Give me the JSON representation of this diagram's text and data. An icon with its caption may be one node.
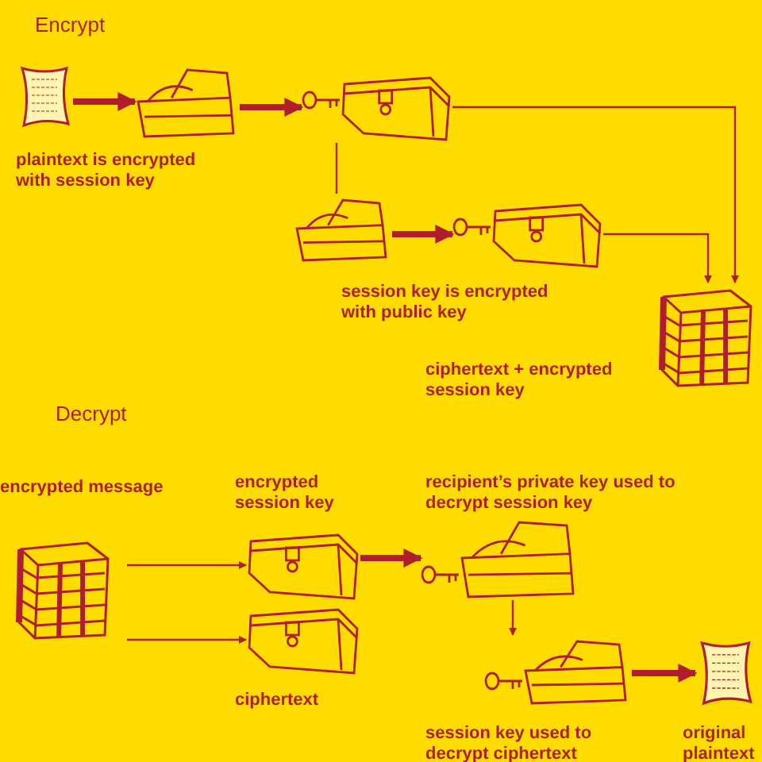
{
  "diagram": {
    "nodes": [
      {
        "text": [],
        "shape": "picture"
      },
      {
        "text": [],
        "shape": "picture",
        "beside": [
          "plaintext is encrypted with session key"
        ]
      },
      {
        "text": [],
        "shape": "picture"
      },
      {
        "text": [],
        "shape": "picture"
      },
      {
        "text": [],
        "shape": "picture",
        "beside": [
          "session key is encrypted with public key"
        ]
      },
      {
        "text": [],
        "shape": "picture",
        "beside": [
          "ciphertext + encrypted session key"
        ]
      },
      {
        "text": [],
        "shape": "picture",
        "beside": [
          "encrypted message"
        ]
      },
      {
        "text": [],
        "shape": "picture",
        "beside": [
          "encrypted session key"
        ]
      },
      {
        "text": [],
        "shape": "picture",
        "beside": [
          "ciphertext"
        ]
      },
      {
        "text": [],
        "shape": "picture",
        "beside": [
          "recipient’s private key used to decrypt session key"
        ]
      },
      {
        "text": [],
        "shape": "picture",
        "beside": [
          "session key used to decrypt ciphertext"
        ]
      },
      {
        "text": [],
        "shape": "picture",
        "beside": [
          "original plaintext"
        ]
      }
    ],
    "edges": [
      {
        "from": 0,
        "to": 1,
        "arrow": "to",
        "style": "thick"
      },
      {
        "from": 1,
        "to": 2,
        "arrow": "to",
        "style": "thick"
      },
      {
        "from": 2,
        "to": 3,
        "arrow": "none"
      },
      {
        "from": 3,
        "to": 4,
        "arrow": "to",
        "style": "thick"
      },
      {
        "from": 2,
        "to": 5,
        "arrow": "to"
      },
      {
        "from": 4,
        "to": 5,
        "arrow": "to"
      },
      {
        "from": 6,
        "to": 7,
        "arrow": "to"
      },
      {
        "from": 6,
        "to": 8,
        "arrow": "to"
      },
      {
        "from": 7,
        "to": 9,
        "arrow": "to",
        "style": "thick"
      },
      {
        "from": 9,
        "to": 10,
        "arrow": "to"
      },
      {
        "from": 10,
        "to": 11,
        "arrow": "to",
        "style": "thick"
      }
    ],
    "labels": [
      "Encrypt",
      "Decrypt"
    ]
  }
}
